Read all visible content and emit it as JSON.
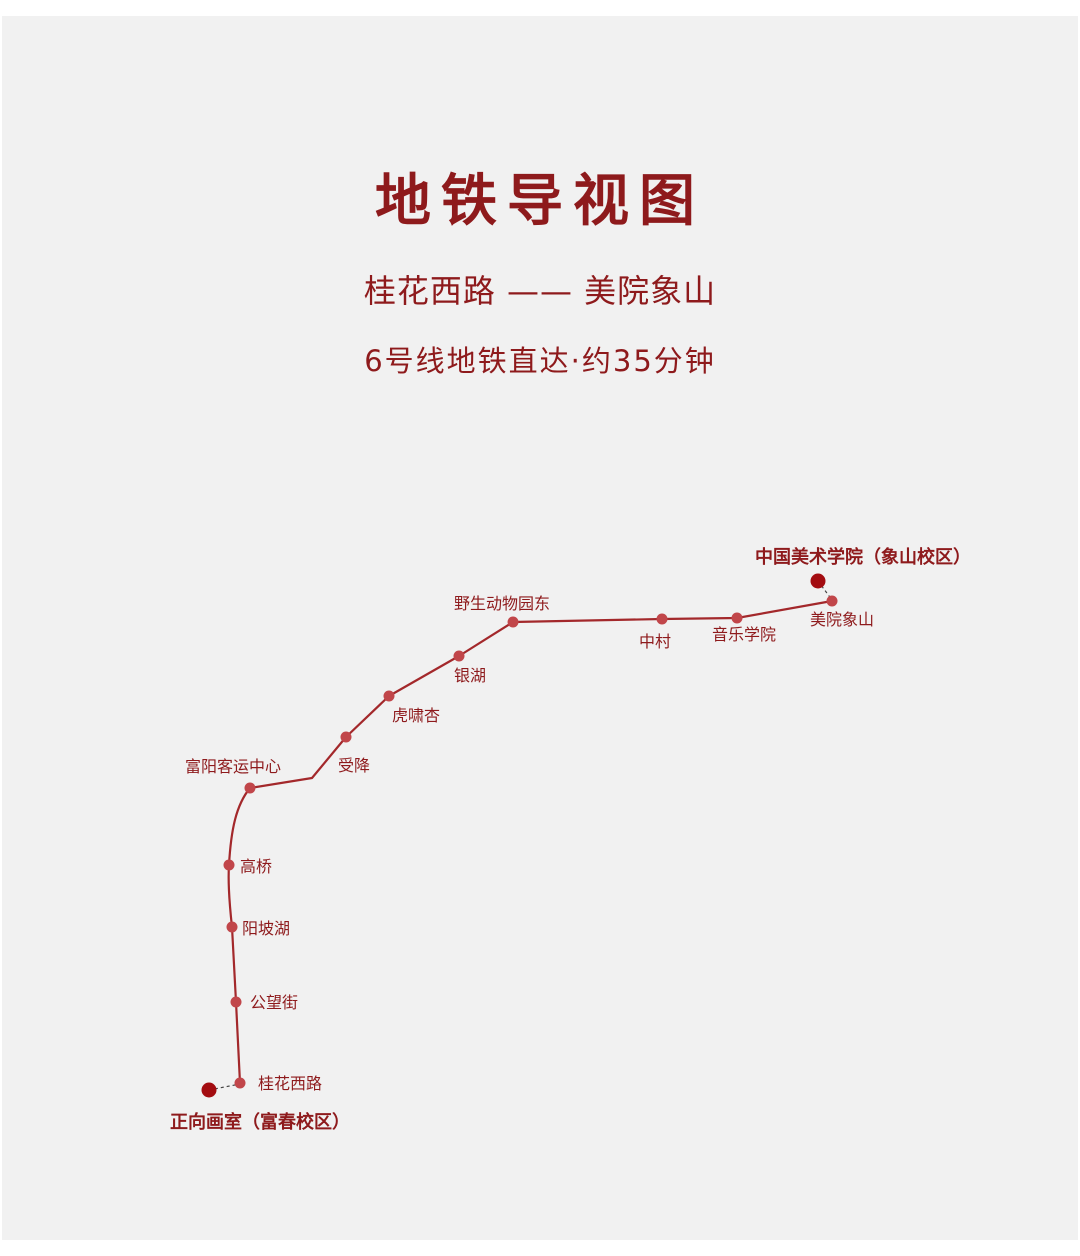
{
  "header": {
    "title": "地铁导视图",
    "route": "桂花西路 —— 美院象山",
    "subtitle": "6号线地铁直达·约35分钟"
  },
  "colors": {
    "accent": "#8e1a1c",
    "line": "#a3282b",
    "station_dot": "#c1464a",
    "background": "#f1f1f1"
  },
  "map": {
    "line_name": "6号线",
    "stations": [
      {
        "name": "桂花西路"
      },
      {
        "name": "公望街"
      },
      {
        "name": "阳坡湖"
      },
      {
        "name": "高桥"
      },
      {
        "name": "富阳客运中心"
      },
      {
        "name": "受降"
      },
      {
        "name": "虎啸杏"
      },
      {
        "name": "银湖"
      },
      {
        "name": "野生动物园东"
      },
      {
        "name": "中村"
      },
      {
        "name": "音乐学院"
      },
      {
        "name": "美院象山"
      }
    ],
    "origin": {
      "name": "正向画室（富春校区）"
    },
    "destination": {
      "name": "中国美术学院（象山校区）"
    }
  }
}
